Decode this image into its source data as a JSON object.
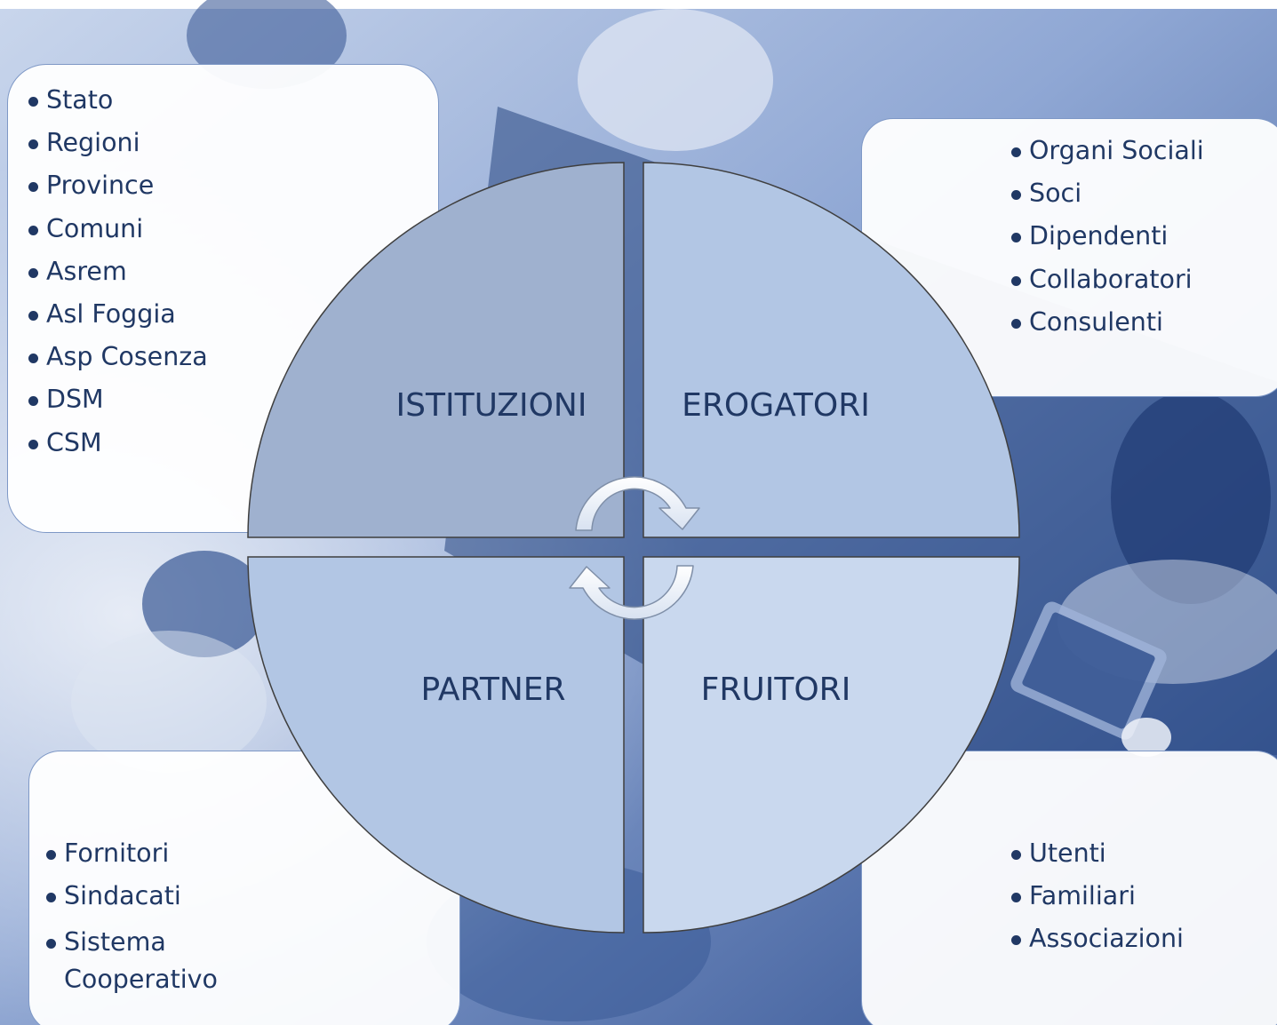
{
  "colors": {
    "background_dark": "#2e4e8f",
    "background_light": "#c9d6ec",
    "panel_fill": "#ffffff",
    "panel_border": "#7e98c6",
    "text": "#203864",
    "quadrant_istituzioni": "#9fb1cf",
    "quadrant_erogatori": "#b2c6e4",
    "quadrant_partner": "#b2c6e4",
    "quadrant_fruitori": "#c9d8ee",
    "quadrant_border": "#3f3f3f"
  },
  "quadrants": {
    "top_left": "ISTITUZIONI",
    "top_right": "EROGATORI",
    "bottom_left": "PARTNER",
    "bottom_right": "FRUITORI"
  },
  "lists": {
    "top_left": [
      "Stato",
      "Regioni",
      "Province",
      "Comuni",
      "Asrem",
      "Asl Foggia",
      "Asp Cosenza",
      "DSM",
      "CSM"
    ],
    "top_right": [
      "Organi Sociali",
      "Soci",
      "Dipendenti",
      "Collaboratori",
      "Consulenti"
    ],
    "bottom_left": [
      "Fornitori",
      "Sindacati",
      "Sistema Cooperativo"
    ],
    "bottom_right": [
      "Utenti",
      "Familiari",
      "Associazioni"
    ]
  },
  "icons": {
    "center_top": "curved-arrow-clockwise-icon",
    "center_bottom": "curved-arrow-counterclockwise-icon"
  }
}
